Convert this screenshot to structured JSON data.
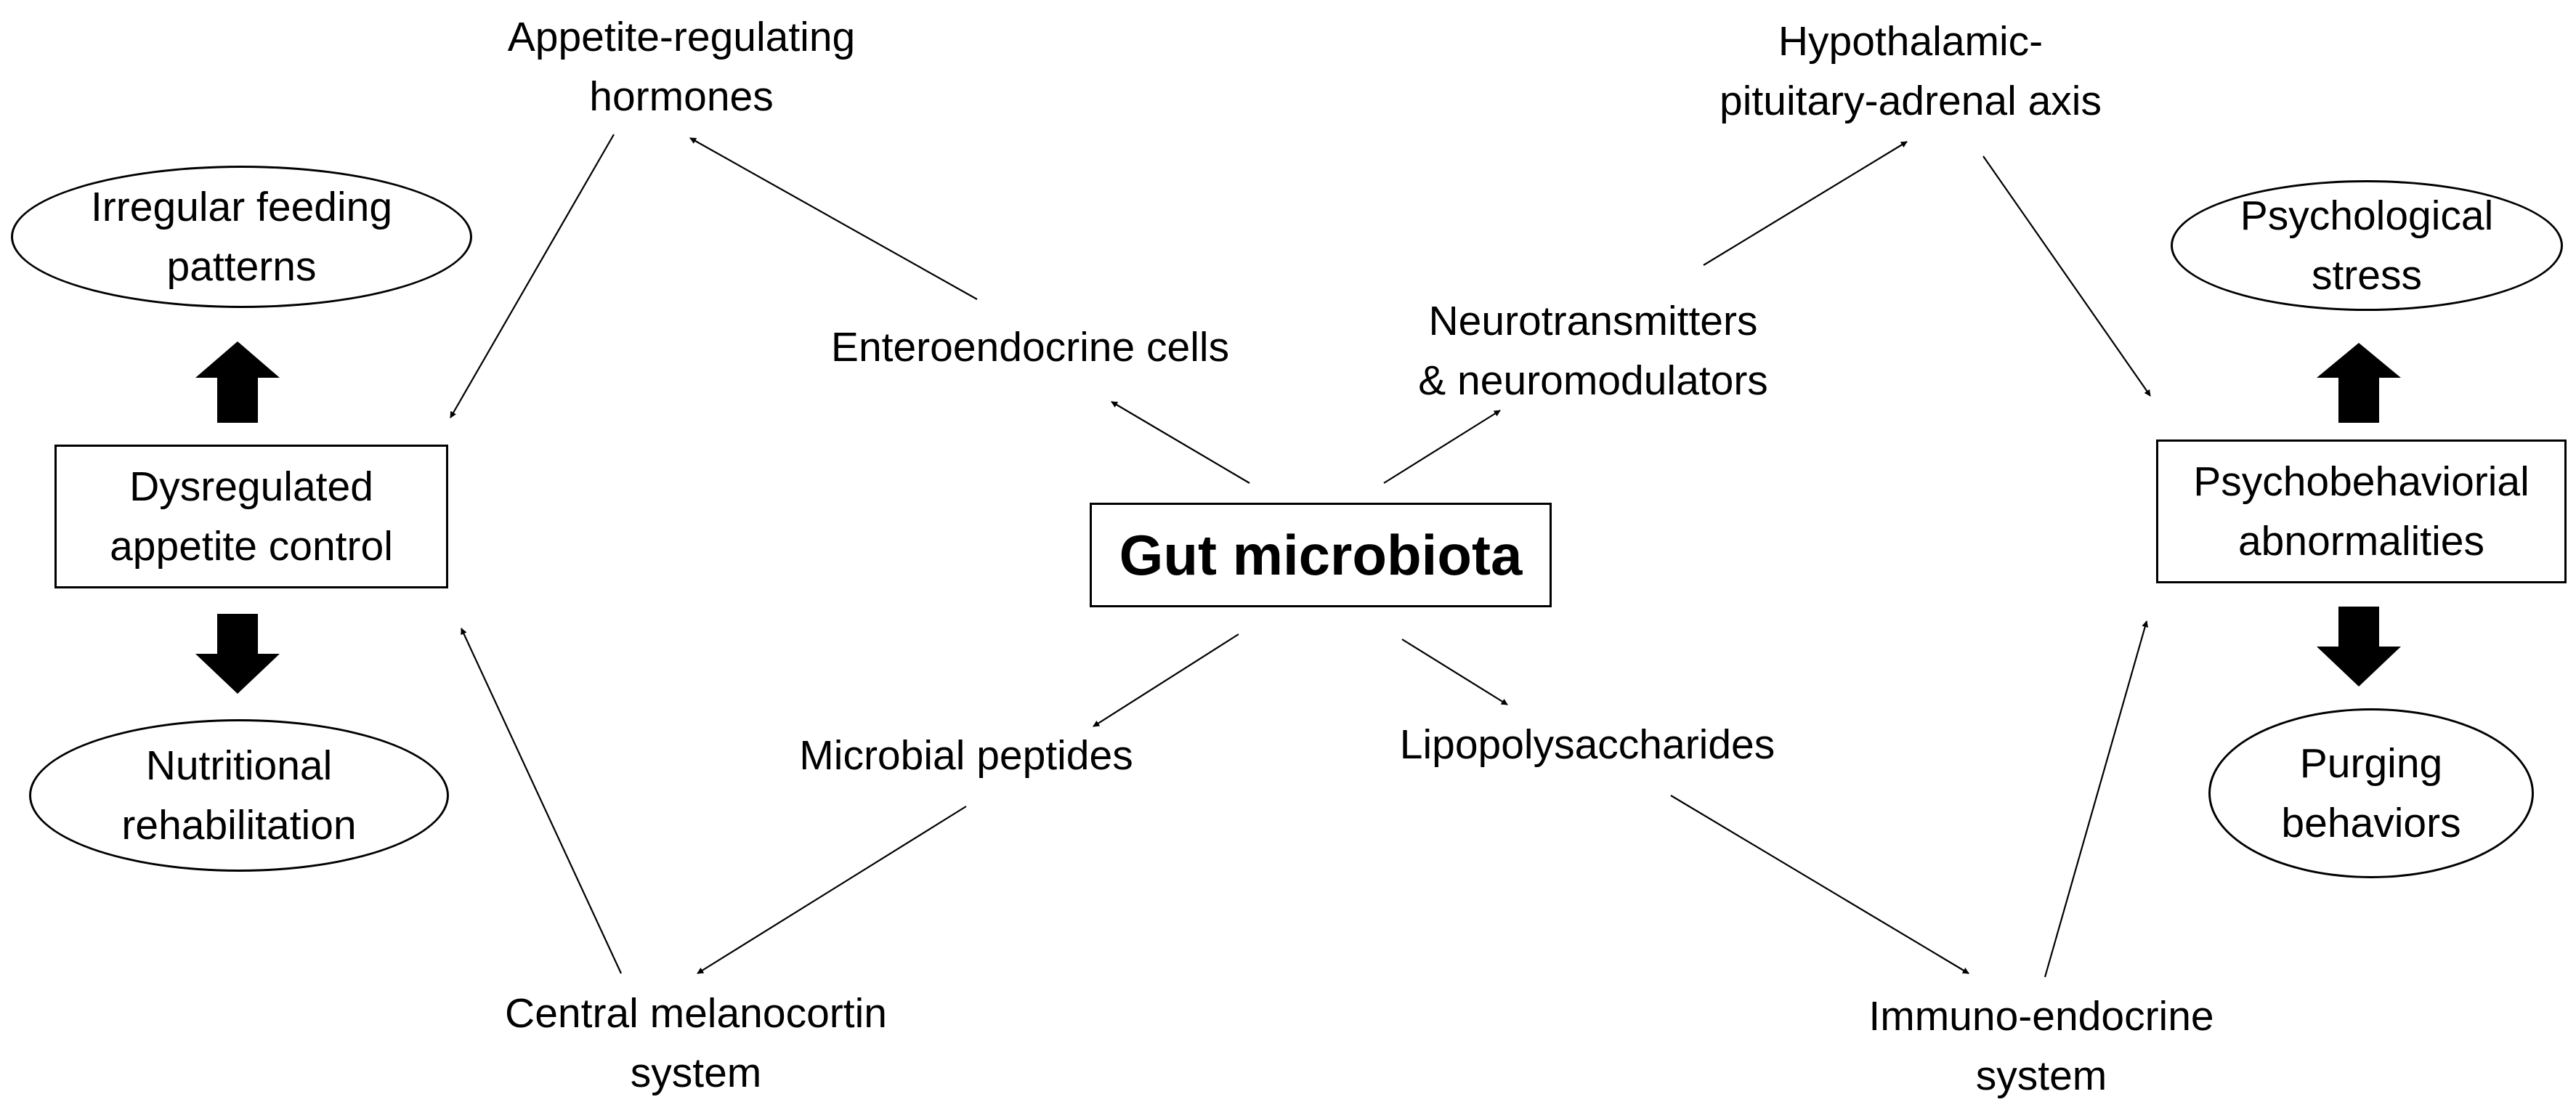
{
  "center": {
    "label": "Gut microbiota"
  },
  "left": {
    "box": {
      "line1": "Dysregulated",
      "line2": "appetite control"
    },
    "top_oval": {
      "line1": "Irregular feeding",
      "line2": "patterns"
    },
    "bottom_oval": {
      "line1": "Nutritional",
      "line2": "rehabilitation"
    }
  },
  "right": {
    "box": {
      "line1": "Psychobehaviorial",
      "line2": "abnormalities"
    },
    "top_oval": {
      "line1": "Psychological",
      "line2": "stress"
    },
    "bottom_oval": {
      "line1": "Purging",
      "line2": "behaviors"
    }
  },
  "pathways": {
    "appetite_hormones": {
      "line1": "Appetite-regulating",
      "line2": "hormones"
    },
    "enteroendocrine": "Enteroendocrine cells",
    "microbial_peptides": "Microbial peptides",
    "melanocortin": {
      "line1": "Central melanocortin",
      "line2": "system"
    },
    "hpa_axis": {
      "line1": "Hypothalamic-",
      "line2": "pituitary-adrenal axis"
    },
    "neurotransmitters": {
      "line1": "Neurotransmitters",
      "line2": "& neuromodulators"
    },
    "lipopolysaccharides": "Lipopolysaccharides",
    "immuno_endocrine": {
      "line1": "Immuno-endocrine",
      "line2": "system"
    }
  }
}
